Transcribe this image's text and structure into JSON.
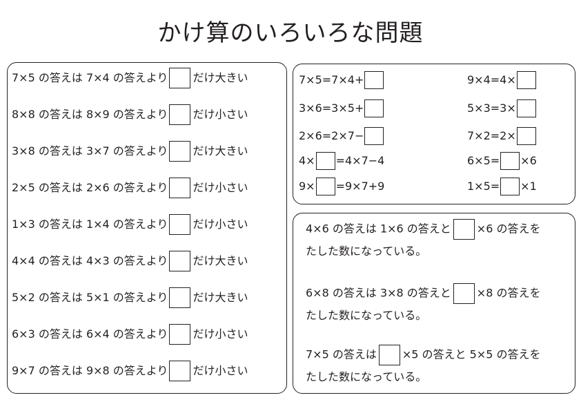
{
  "title": "かけ算のいろいろな問題",
  "left_rows": [
    {
      "pre": "7×5 の答えは 7×4 の答えより",
      "post": "だけ大きい"
    },
    {
      "pre": "8×8 の答えは 8×9 の答えより",
      "post": "だけ小さい"
    },
    {
      "pre": "3×8 の答えは 3×7 の答えより",
      "post": "だけ大きい"
    },
    {
      "pre": "2×5 の答えは 2×6 の答えより",
      "post": "だけ小さい"
    },
    {
      "pre": "1×3 の答えは 1×4 の答えより",
      "post": "だけ小さい"
    },
    {
      "pre": "4×4 の答えは 4×3 の答えより",
      "post": "だけ大きい"
    },
    {
      "pre": "5×2 の答えは 5×1 の答えより",
      "post": "だけ大きい"
    },
    {
      "pre": "6×3 の答えは 6×4 の答えより",
      "post": "だけ小さい"
    },
    {
      "pre": "9×7 の答えは 9×8 の答えより",
      "post": "だけ小さい"
    }
  ],
  "eq_left": [
    {
      "pre": "7×5=7×4+",
      "post": ""
    },
    {
      "pre": "3×6=3×5+",
      "post": ""
    },
    {
      "pre": "2×6=2×7−",
      "post": ""
    },
    {
      "pre": "4×",
      "post": "=4×7−4"
    },
    {
      "pre": "9×",
      "post": "=9×7+9"
    }
  ],
  "eq_right": [
    {
      "pre": "9×4=4×",
      "post": ""
    },
    {
      "pre": "5×3=3×",
      "post": ""
    },
    {
      "pre": "7×2=2×",
      "post": ""
    },
    {
      "pre": "6×5=",
      "post": "×6"
    },
    {
      "pre": "1×5=",
      "post": "×1"
    }
  ],
  "paragraphs": [
    {
      "line1_pre": "4×6 の答えは 1×6 の答えと",
      "line1_post": "×6 の答えを",
      "line2": "たした数になっている。"
    },
    {
      "line1_pre": "6×8 の答えは 3×8 の答えと",
      "line1_post": "×8 の答えを",
      "line2": "たした数になっている。"
    },
    {
      "line1_pre": "7×5 の答えは",
      "line1_post": "×5 の答えと 5×5 の答えを",
      "line2": "たした数になっている。"
    }
  ]
}
